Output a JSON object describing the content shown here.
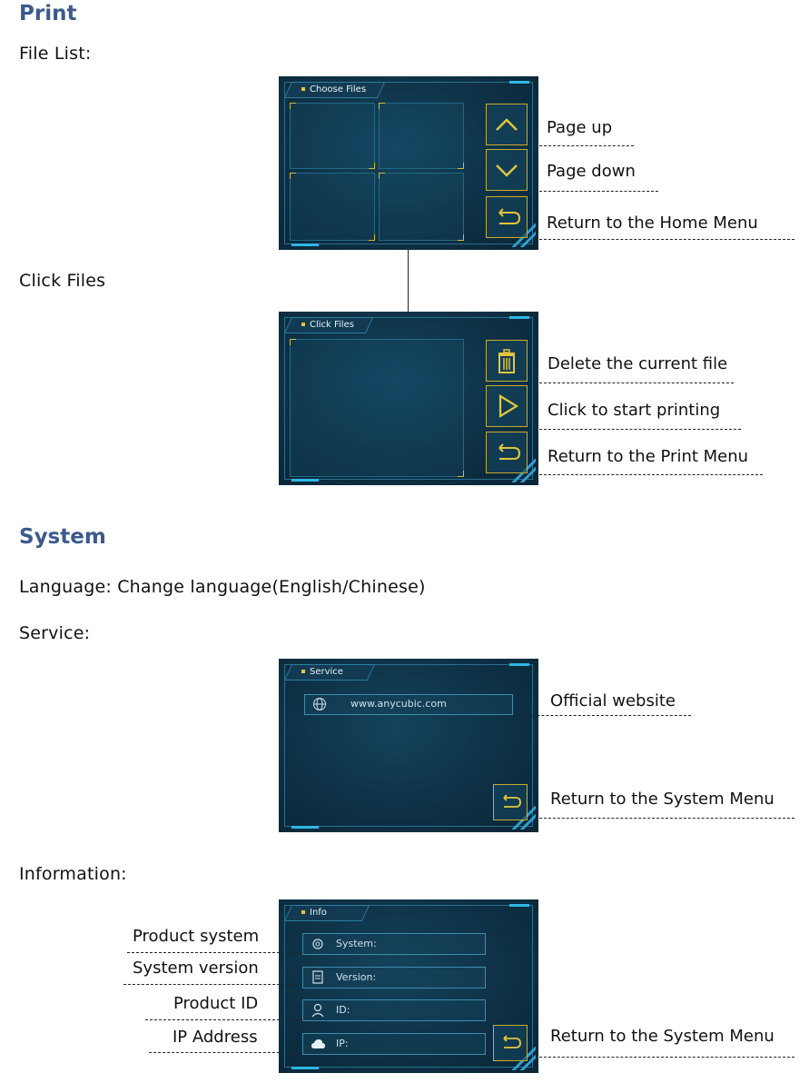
{
  "print": {
    "heading": "Print",
    "file_list_label": "File List:",
    "click_files_label": "Click Files",
    "choose_files_screen": {
      "tab": "Choose Files"
    },
    "click_files_screen": {
      "tab": "Click Files"
    },
    "annotations": {
      "page_up": "Page up",
      "page_down": "Page down",
      "return_home": "Return to the Home Menu",
      "delete_file": "Delete the current file",
      "start_printing": "Click to start printing",
      "return_print": "Return to the Print Menu"
    }
  },
  "system": {
    "heading": "System",
    "language_line": "Language: Change language(English/Chinese)",
    "service_label": "Service:",
    "information_label": "Information:",
    "service_screen": {
      "tab": "Service",
      "url": "www.anycubic.com"
    },
    "info_screen": {
      "tab": "Info",
      "fields": [
        "System:",
        "Version:",
        "ID:",
        "IP:"
      ]
    },
    "annotations": {
      "official_website": "Official website",
      "return_system_1": "Return to the System Menu",
      "return_system_2": "Return to the System Menu",
      "product_system": "Product system",
      "system_version": "System version",
      "product_id": "Product ID",
      "ip_address": "IP Address"
    }
  },
  "colors": {
    "heading": "#3c5a8c",
    "screen_bg": "#0e3146",
    "accent_yellow": "#e3c53d",
    "accent_cyan": "#2fb6e6"
  }
}
